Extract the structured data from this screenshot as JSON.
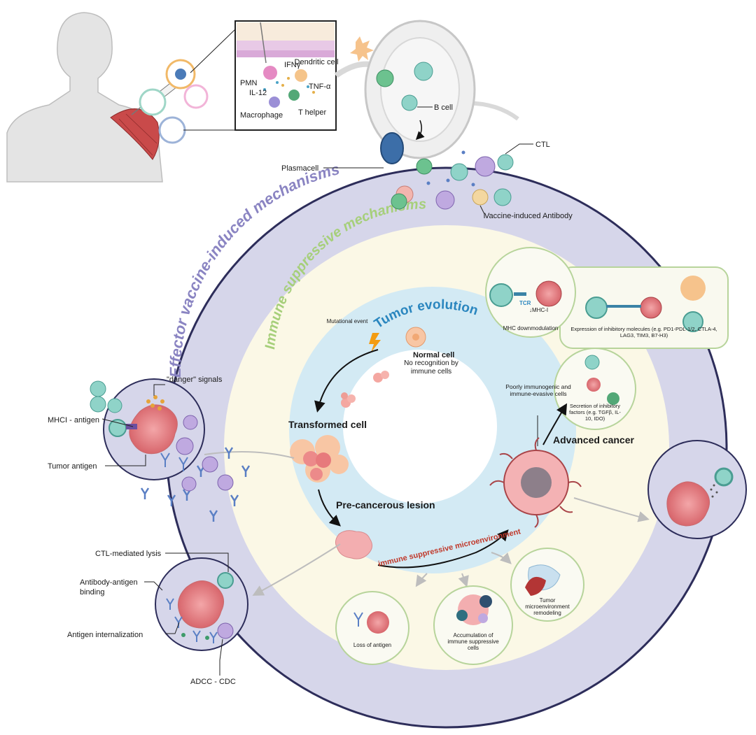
{
  "rings": {
    "outer_title": "Effector vaccine-induced mechanisms",
    "middle_title": "Immune suppressive mechanisms",
    "inner_title": "Tumor evolution"
  },
  "vaccination": {
    "labels": {
      "dendritic_cell": "Dendritic cell",
      "ifn": "IFNγ",
      "pmn": "PMN",
      "il12": "IL-12",
      "tnf": "TNF-α",
      "macrophage": "Macrophage",
      "t_helper": "T helper"
    }
  },
  "lymph_node": {
    "b_cell": "B cell",
    "plasmacell": "Plasmacell",
    "ctl": "CTL",
    "vaccine_antibody": "Vaccine-induced Antibody"
  },
  "tumor_evolution": {
    "mutational_event": "Mutational event",
    "normal_cell": "Normal cell",
    "no_recognition": "No recognition by immune cells",
    "transformed_cell": "Transformed cell",
    "precancerous": "Pre-cancerous lesion",
    "microenvironment": "immune suppressive microenvironment",
    "poorly": "Poorly immunogenic and immune-evasive cells",
    "advanced": "Advanced cancer"
  },
  "suppressive": {
    "tcr": "TCR",
    "mhc_down_arrow": "↓MHC-I",
    "mhc_downmodulation": "MHC downmodulation",
    "inhibitory_molecules": "Expression of inhibitory molecules (e.g. PD1-PDL-1/2, CTLA-4, LAG3, TIM3, B7-H3)",
    "secretion": "Secretion of inhibitory factors (e.g. TGFβ, IL-10, IDO)",
    "loss_antigen": "Loss of antigen",
    "accumulation": "Accumulation of immune suppressive cells",
    "remodeling": "Tumor microenvironment remodeling"
  },
  "effector": {
    "danger_signals": "\"danger\" signals",
    "mhci_antigen": "MHCI - antigen",
    "tumor_antigen": "Tumor antigen",
    "ctl_lysis": "CTL-mediated lysis",
    "antibody_binding": "Antibody-antigen binding",
    "internalization": "Antigen internalization",
    "adcc": "ADCC - CDC"
  },
  "colors": {
    "outer_ring": "#d6d6ea",
    "middle_ring": "#fbf8e6",
    "inner_ring": "#d3eaf4",
    "outer_title": "#8a84c2",
    "middle_title": "#a6cf7a",
    "inner_title": "#2a86bf",
    "tumor": "#e98a8e",
    "t_cell": "#8fd3c8",
    "b_cell": "#bfa9e0",
    "antibody": "#5a7fc4",
    "micro_text": "#c0392b"
  }
}
